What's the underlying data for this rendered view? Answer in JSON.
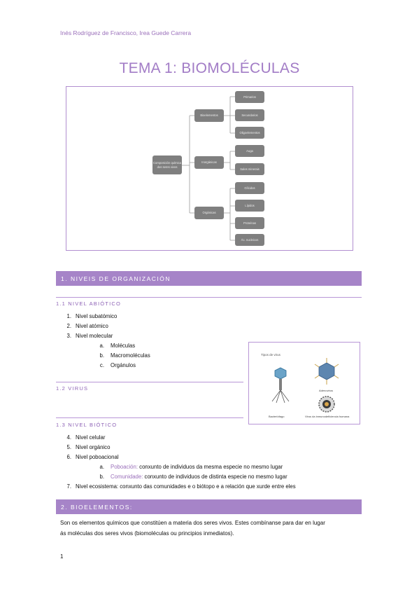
{
  "header": {
    "authors": "Inés Rodríguez de Francisco, Irea Guede Carrera"
  },
  "title": "TEMA 1: BIOMOLÉCULAS",
  "diagram": {
    "root": "Composición química dos seres vivos",
    "branches": [
      {
        "label": "Bioelementos",
        "leaves": [
          "Primarios",
          "Secundarios",
          "Oligoelementos"
        ]
      },
      {
        "label": "Inorgánicas",
        "leaves": [
          "Auga",
          "Sales minerais"
        ]
      },
      {
        "label": "Orgánicas",
        "leaves": [
          "Glícidos",
          "Lípidos",
          "Proteínas",
          "Ác. nucleicos"
        ]
      }
    ]
  },
  "sections": {
    "s1": "1. NIVEIS DE ORGANIZACIÓN",
    "s1_1": "1.1 NIVEL ABIÓTICO",
    "s1_2": "1.2 VIRUS",
    "s1_3": "1.3 NIVEL BIÓTICO",
    "s2": "2. BIOELEMENTOS:"
  },
  "abiotic": [
    {
      "num": "1.",
      "text": "Nivel subatómico"
    },
    {
      "num": "2.",
      "text": "Nivel atómico"
    },
    {
      "num": "3.",
      "text": "Nivel molecular"
    }
  ],
  "molecular_sub": [
    {
      "num": "a.",
      "text": "Moléculas"
    },
    {
      "num": "b.",
      "text": "Macromoléculas"
    },
    {
      "num": "c.",
      "text": "Orgánulos"
    }
  ],
  "biotic": [
    {
      "num": "4.",
      "text": "Nivel celular"
    },
    {
      "num": "5.",
      "text": "Nivel orgánico"
    },
    {
      "num": "6.",
      "text": "Nivel poboacional"
    }
  ],
  "pop_sub": [
    {
      "num": "a.",
      "term": "Poboación:",
      "text": " conxunto de individuos da mesma especie no mesmo lugar"
    },
    {
      "num": "b.",
      "term": "Comunidade:",
      "text": " conxunto de individuos de distinta especie no mesmo lugar"
    }
  ],
  "ecosystem": {
    "num": "7.",
    "text": "Nivel ecosistema: conxunto das comunidades e o biótopo e a relación que xurde entre eles"
  },
  "virus_figure": {
    "title": "Tipos de virus",
    "labels": [
      "Bacteriófago",
      "Adenovirus",
      "Virus da inmunodeficiencia humana"
    ]
  },
  "bioelements_text": {
    "line1": "Son os elementos químicos que constitúen a materia dos seres vivos. Estes combínanse para dar en lugar",
    "line2": "ás moléculas dos seres vivos (biomoléculas ou principios inmediatos)."
  },
  "page_number": "1",
  "colors": {
    "accent": "#a684c8",
    "text_purple": "#9a6fba",
    "node_gray": "#7f7f7f"
  }
}
